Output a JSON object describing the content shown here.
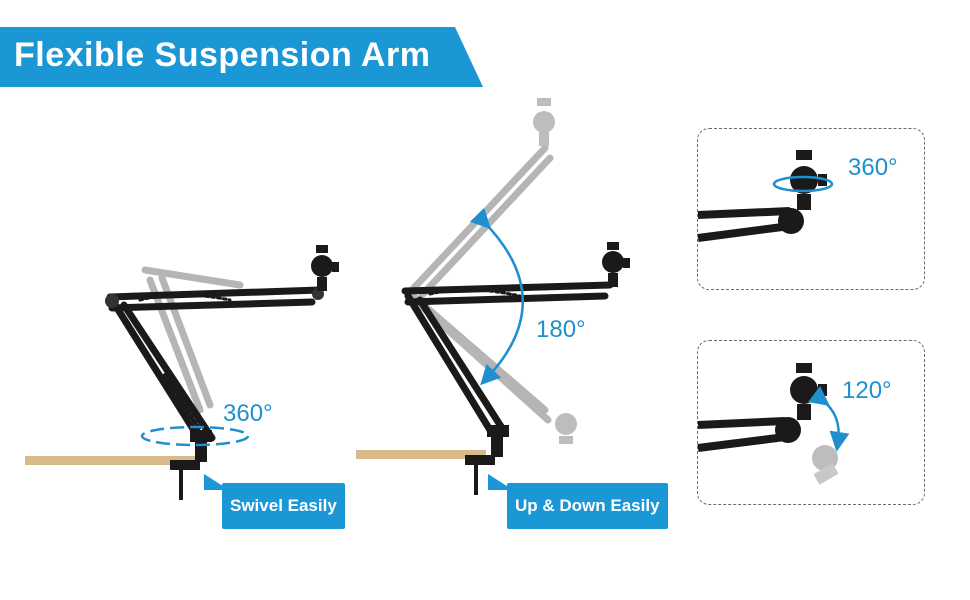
{
  "title": "Flexible Suspension Arm",
  "left_arm": {
    "rotation": "360°",
    "caption": "Swivel Easily"
  },
  "middle_arm": {
    "rotation": "180°",
    "caption": "Up & Down Easily"
  },
  "inset_top": {
    "rotation": "360°"
  },
  "inset_bottom": {
    "rotation": "120°"
  },
  "colors": {
    "brand_blue": "#1c97d6",
    "arrow_blue": "#1f8fd0",
    "desk_wood": "#d8b98a",
    "metal": "#1a1a1a"
  }
}
